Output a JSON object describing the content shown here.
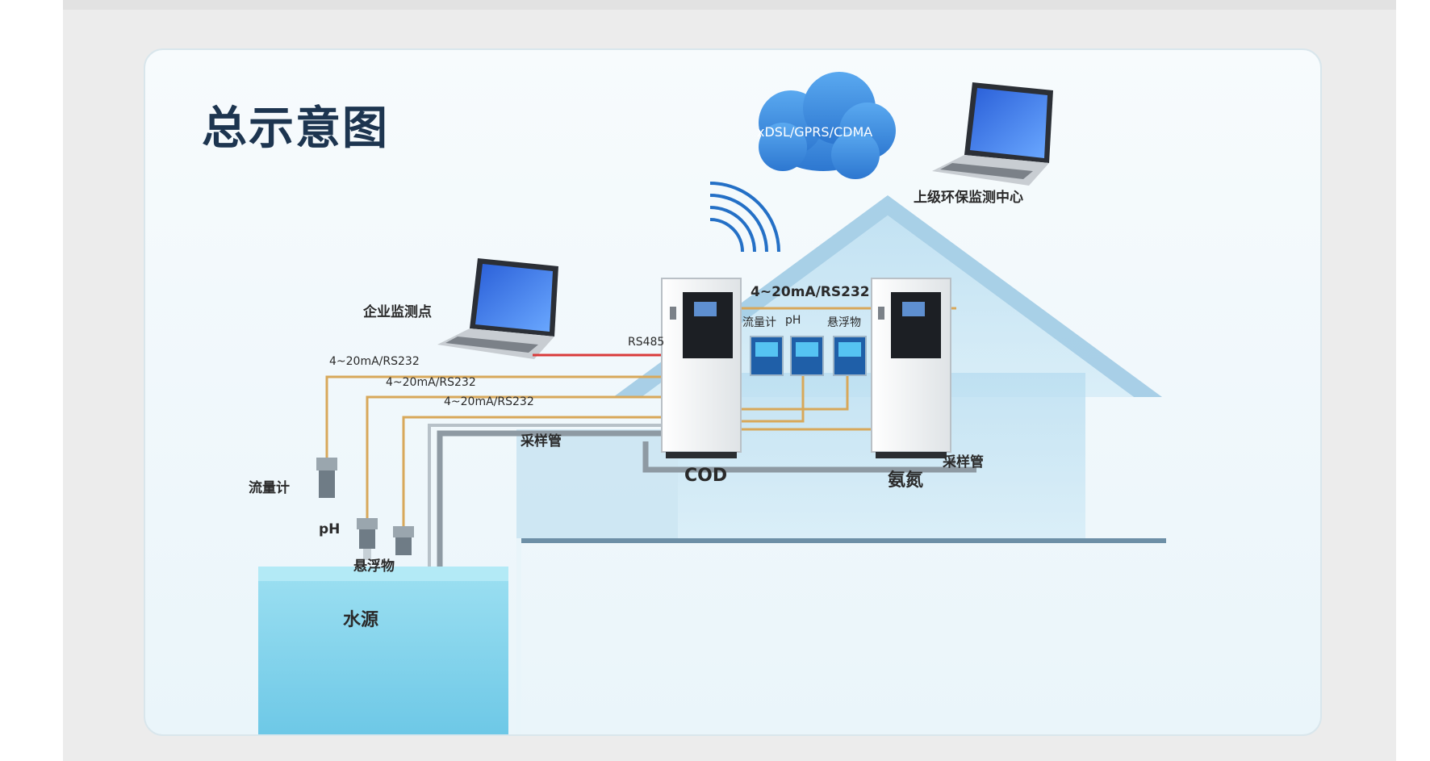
{
  "title": "总示意图",
  "network": {
    "cloud_label": "xDSL/GPRS/CDMA"
  },
  "nodes": {
    "upper_center": "上级环保监测中心",
    "enterprise_point": "企业监测点",
    "water_source": "水源"
  },
  "instruments": {
    "flowmeter": "流量计",
    "ph": "pH",
    "suspended": "悬浮物",
    "cod": "COD",
    "ammonia": "氨氮",
    "panel_flowmeter": "流量计",
    "panel_ph": "pH",
    "panel_suspended": "悬浮物"
  },
  "connections": {
    "signal_house": "4~20mA/RS232",
    "signal_1": "4~20mA/RS232",
    "signal_2": "4~20mA/RS232",
    "signal_3": "4~20mA/RS232",
    "rs485": "RS485",
    "sampling_pipe_left": "采样管",
    "sampling_pipe_right": "采样管"
  },
  "colors": {
    "title": "#1d3550",
    "cloud": "#3a8fe0",
    "signal_wire": "#d8a85a",
    "rs485_wire": "#d93a3a",
    "pipe": "#8e9aa3",
    "water": "#7fd3ea",
    "house": "#a9d3ea"
  },
  "icons": [
    "cloud-icon",
    "wifi-signal-icon",
    "laptop-icon",
    "analyzer-cabinet-icon",
    "sensor-probe-icon",
    "display-panel-icon"
  ]
}
